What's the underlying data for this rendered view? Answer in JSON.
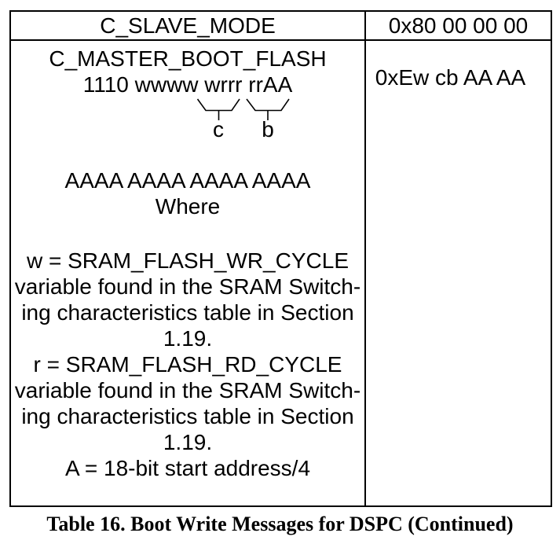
{
  "colors": {
    "ink": "#000000",
    "background": "#ffffff"
  },
  "table": {
    "row1": {
      "command": "C_SLAVE_MODE",
      "value": "0x80 00 00 00"
    },
    "row2": {
      "command": "C_MASTER_BOOT_FLASH",
      "value": "0xEw cb AA AA",
      "bit_pattern": "1110 wwww wrrr rrAA",
      "brace_labels": {
        "c": "c",
        "b": "b"
      },
      "address_pattern": "AAAA AAAA AAAA AAAA",
      "where": "Where",
      "definitions": {
        "w": [
          "w = SRAM_FLASH_WR_CYCLE",
          "variable found in the SRAM Switch-",
          "ing characteristics table in Section",
          "1.19."
        ],
        "r": [
          "r = SRAM_FLASH_RD_CYCLE",
          "variable found in the SRAM Switch-",
          "ing characteristics table in Section",
          "1.19."
        ],
        "a": "A = 18-bit start address/4"
      }
    }
  },
  "caption": "Table 16. Boot Write Messages for DSPC (Continued)"
}
